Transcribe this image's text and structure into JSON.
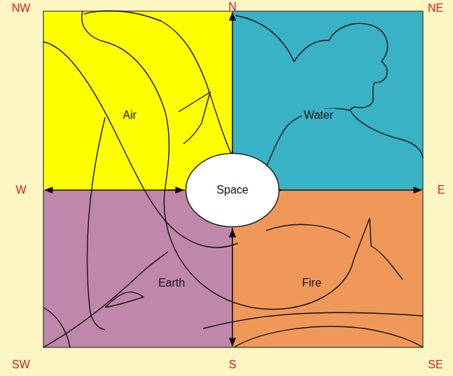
{
  "diagram": {
    "nodes": [
      {
        "text": [
          "Air"
        ]
      },
      {
        "text": [
          "Water"
        ]
      },
      {
        "text": [
          "Space"
        ]
      },
      {
        "text": [
          "Earth"
        ]
      },
      {
        "text": [
          "Fire"
        ]
      }
    ],
    "labels": [
      "NW",
      "N",
      "NE",
      "W",
      "E",
      "SW",
      "S",
      "SE"
    ]
  }
}
